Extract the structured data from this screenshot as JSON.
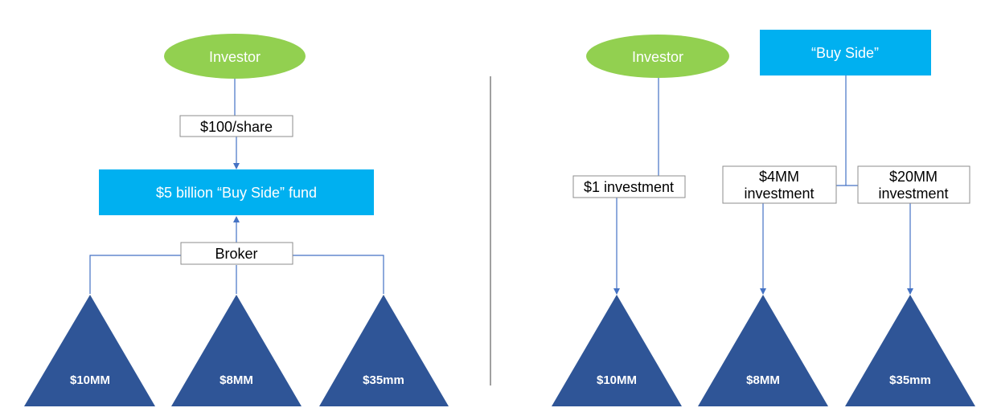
{
  "left": {
    "investor": "Investor",
    "price_label": "$100/share",
    "fund_label": "$5 billion “Buy Side” fund",
    "broker": "Broker",
    "triangles": [
      "$10MM",
      "$8MM",
      "$35mm"
    ]
  },
  "right": {
    "investor": "Investor",
    "buy_side": "“Buy Side”",
    "investment_1": "$1 investment",
    "investment_2_line1": "$4MM",
    "investment_2_line2": "investment",
    "investment_3_line1": "$20MM",
    "investment_3_line2": "investment",
    "triangles": [
      "$10MM",
      "$8MM",
      "$35mm"
    ]
  },
  "colors": {
    "green": "#92d050",
    "blue_box": "#00b0f0",
    "triangle": "#2f5597",
    "connector": "#4472c4",
    "divider": "#404040"
  }
}
